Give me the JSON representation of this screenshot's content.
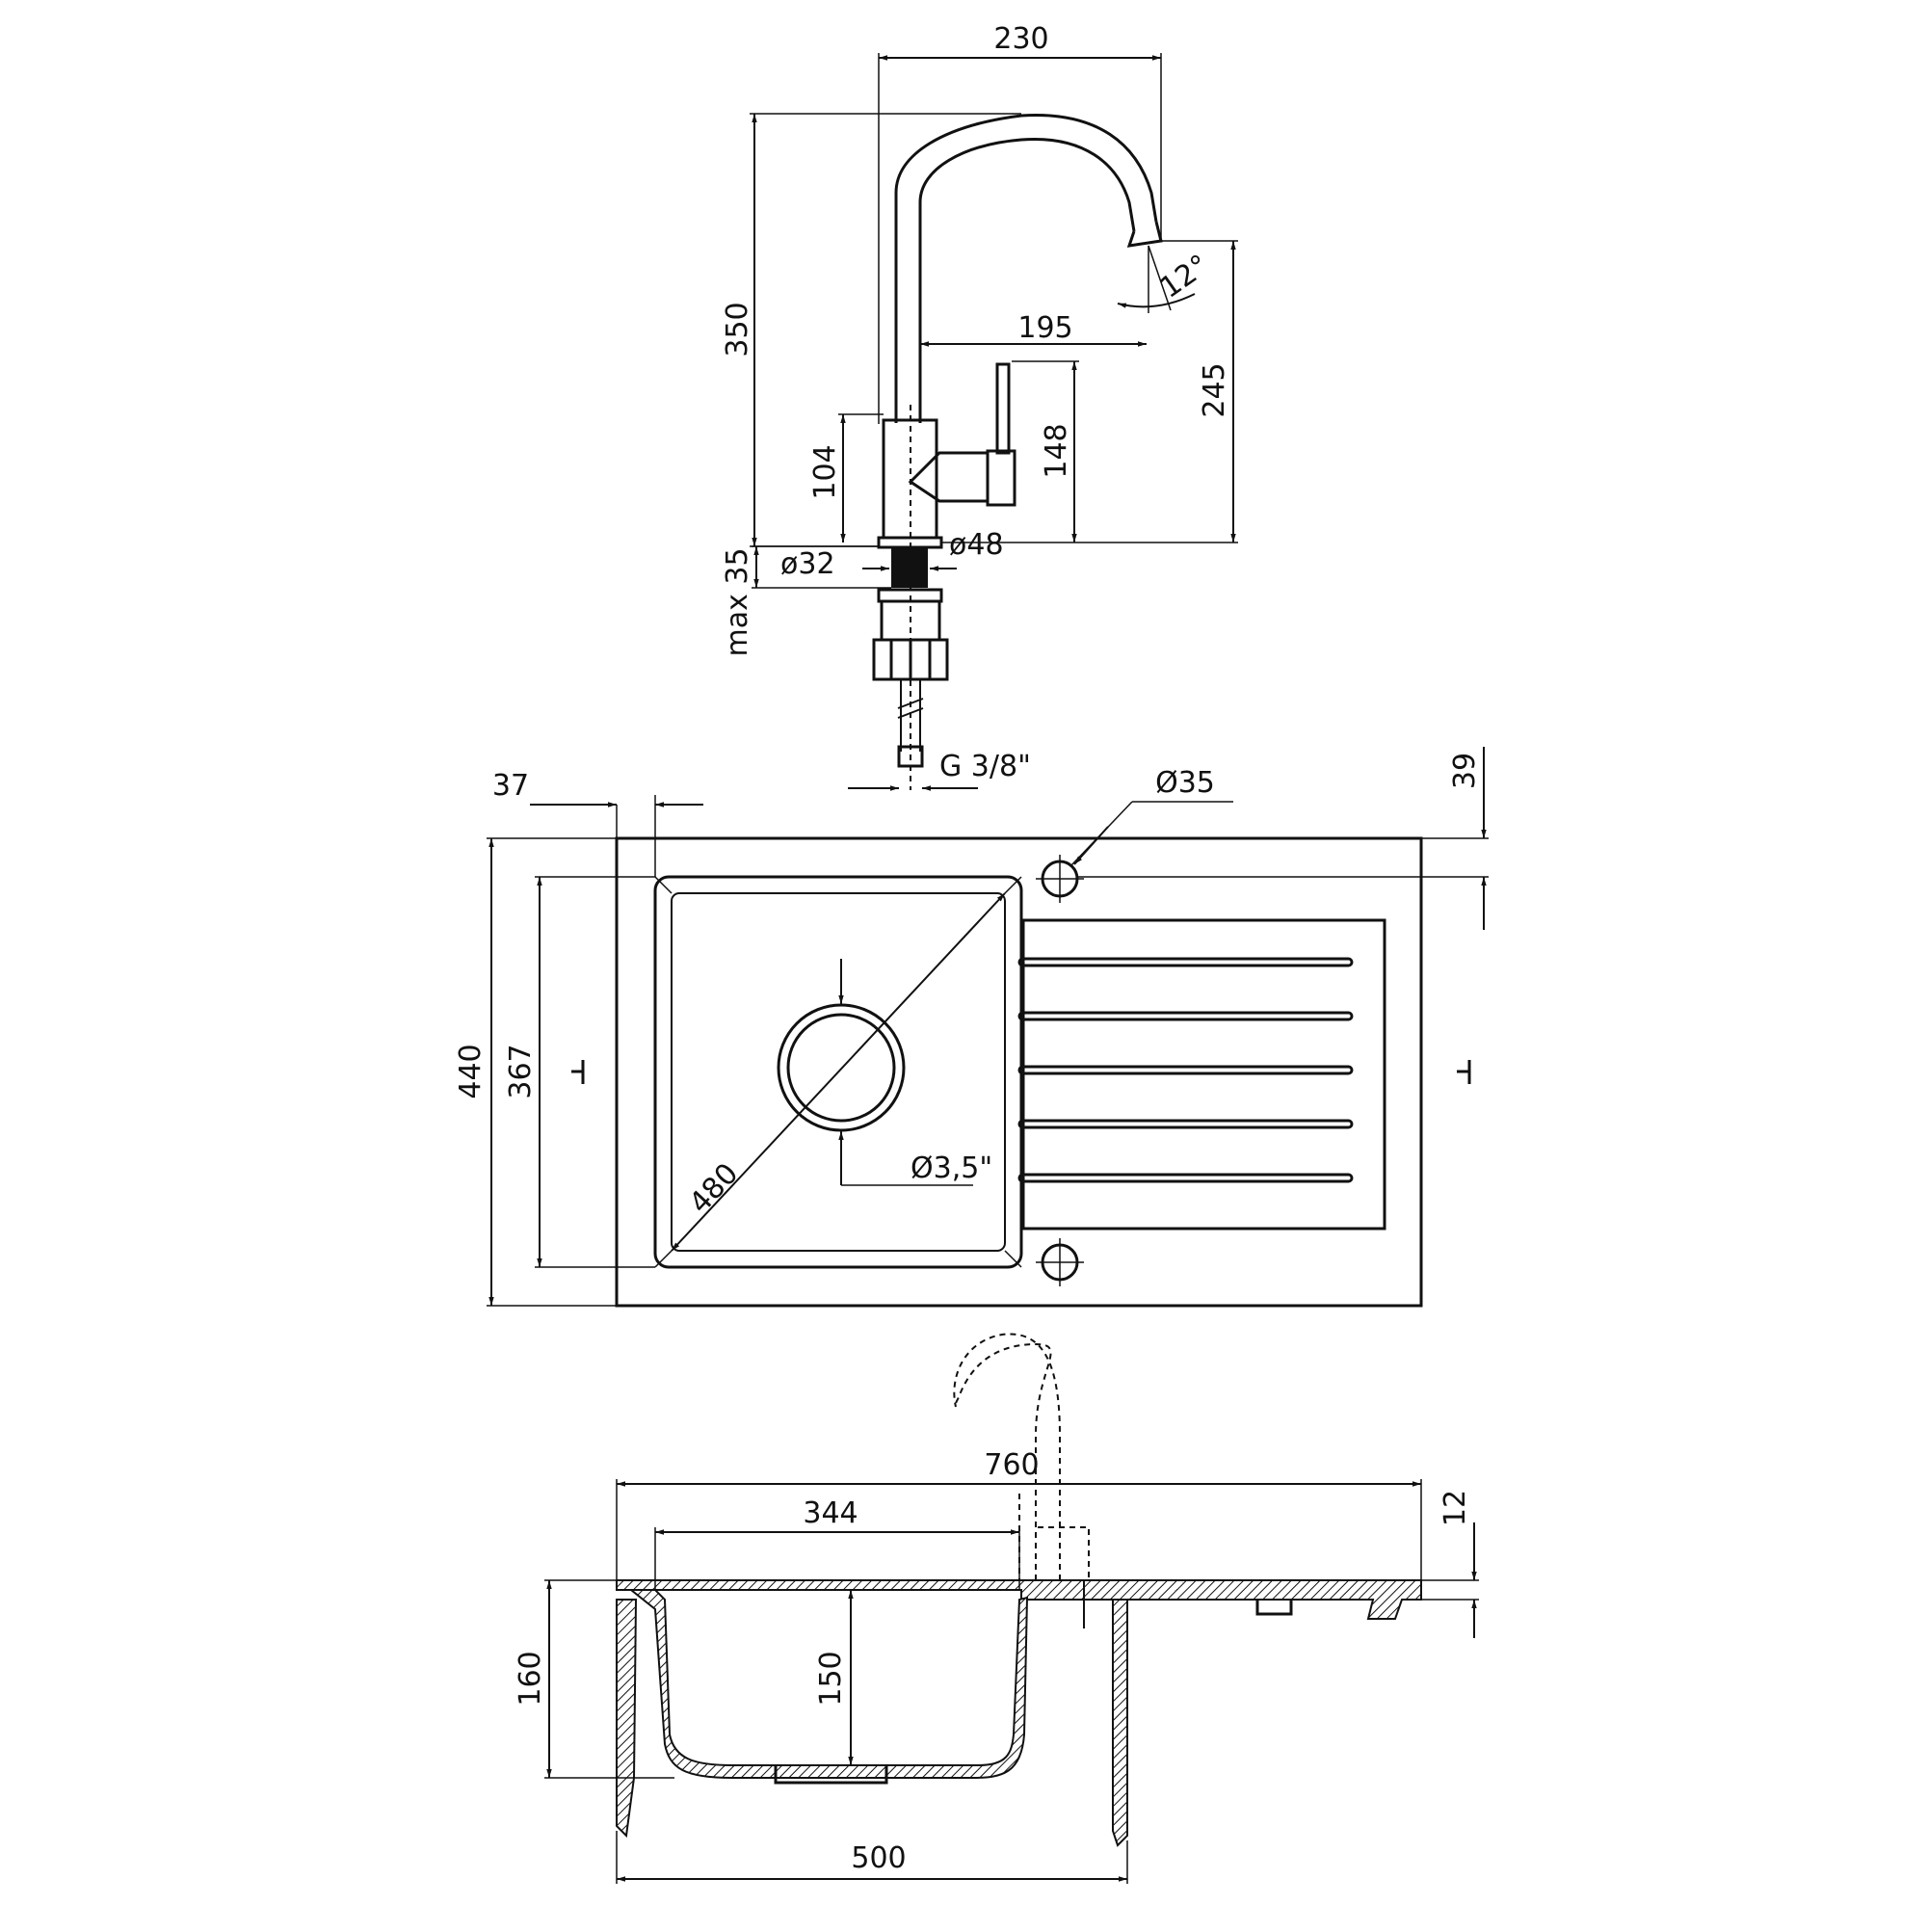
{
  "drawing": {
    "faucet": {
      "width_label": "230",
      "height_label": "350",
      "spout_reach_label": "195",
      "spout_height_label": "245",
      "lever_height_label": "148",
      "body_height_label": "104",
      "angle_label": "12°",
      "base_diameter_label": "ø48",
      "shank_diameter_label": "ø32",
      "counter_thickness_label": "max 35",
      "hose_thread_label": "G 3/8\""
    },
    "sink_top": {
      "tap_hole_offset_label": "37",
      "tap_hole_edge_label": "39",
      "tap_hole_diameter_label": "Ø35",
      "depth_label": "440",
      "bowl_depth_label": "367",
      "diagonal_label": "480",
      "drain_label": "Ø3,5\""
    },
    "sink_section": {
      "total_width_label": "760",
      "bowl_width_label": "344",
      "rim_label": "12",
      "height_label": "160",
      "bowl_height_label": "150",
      "cabinet_width_label": "500"
    }
  }
}
